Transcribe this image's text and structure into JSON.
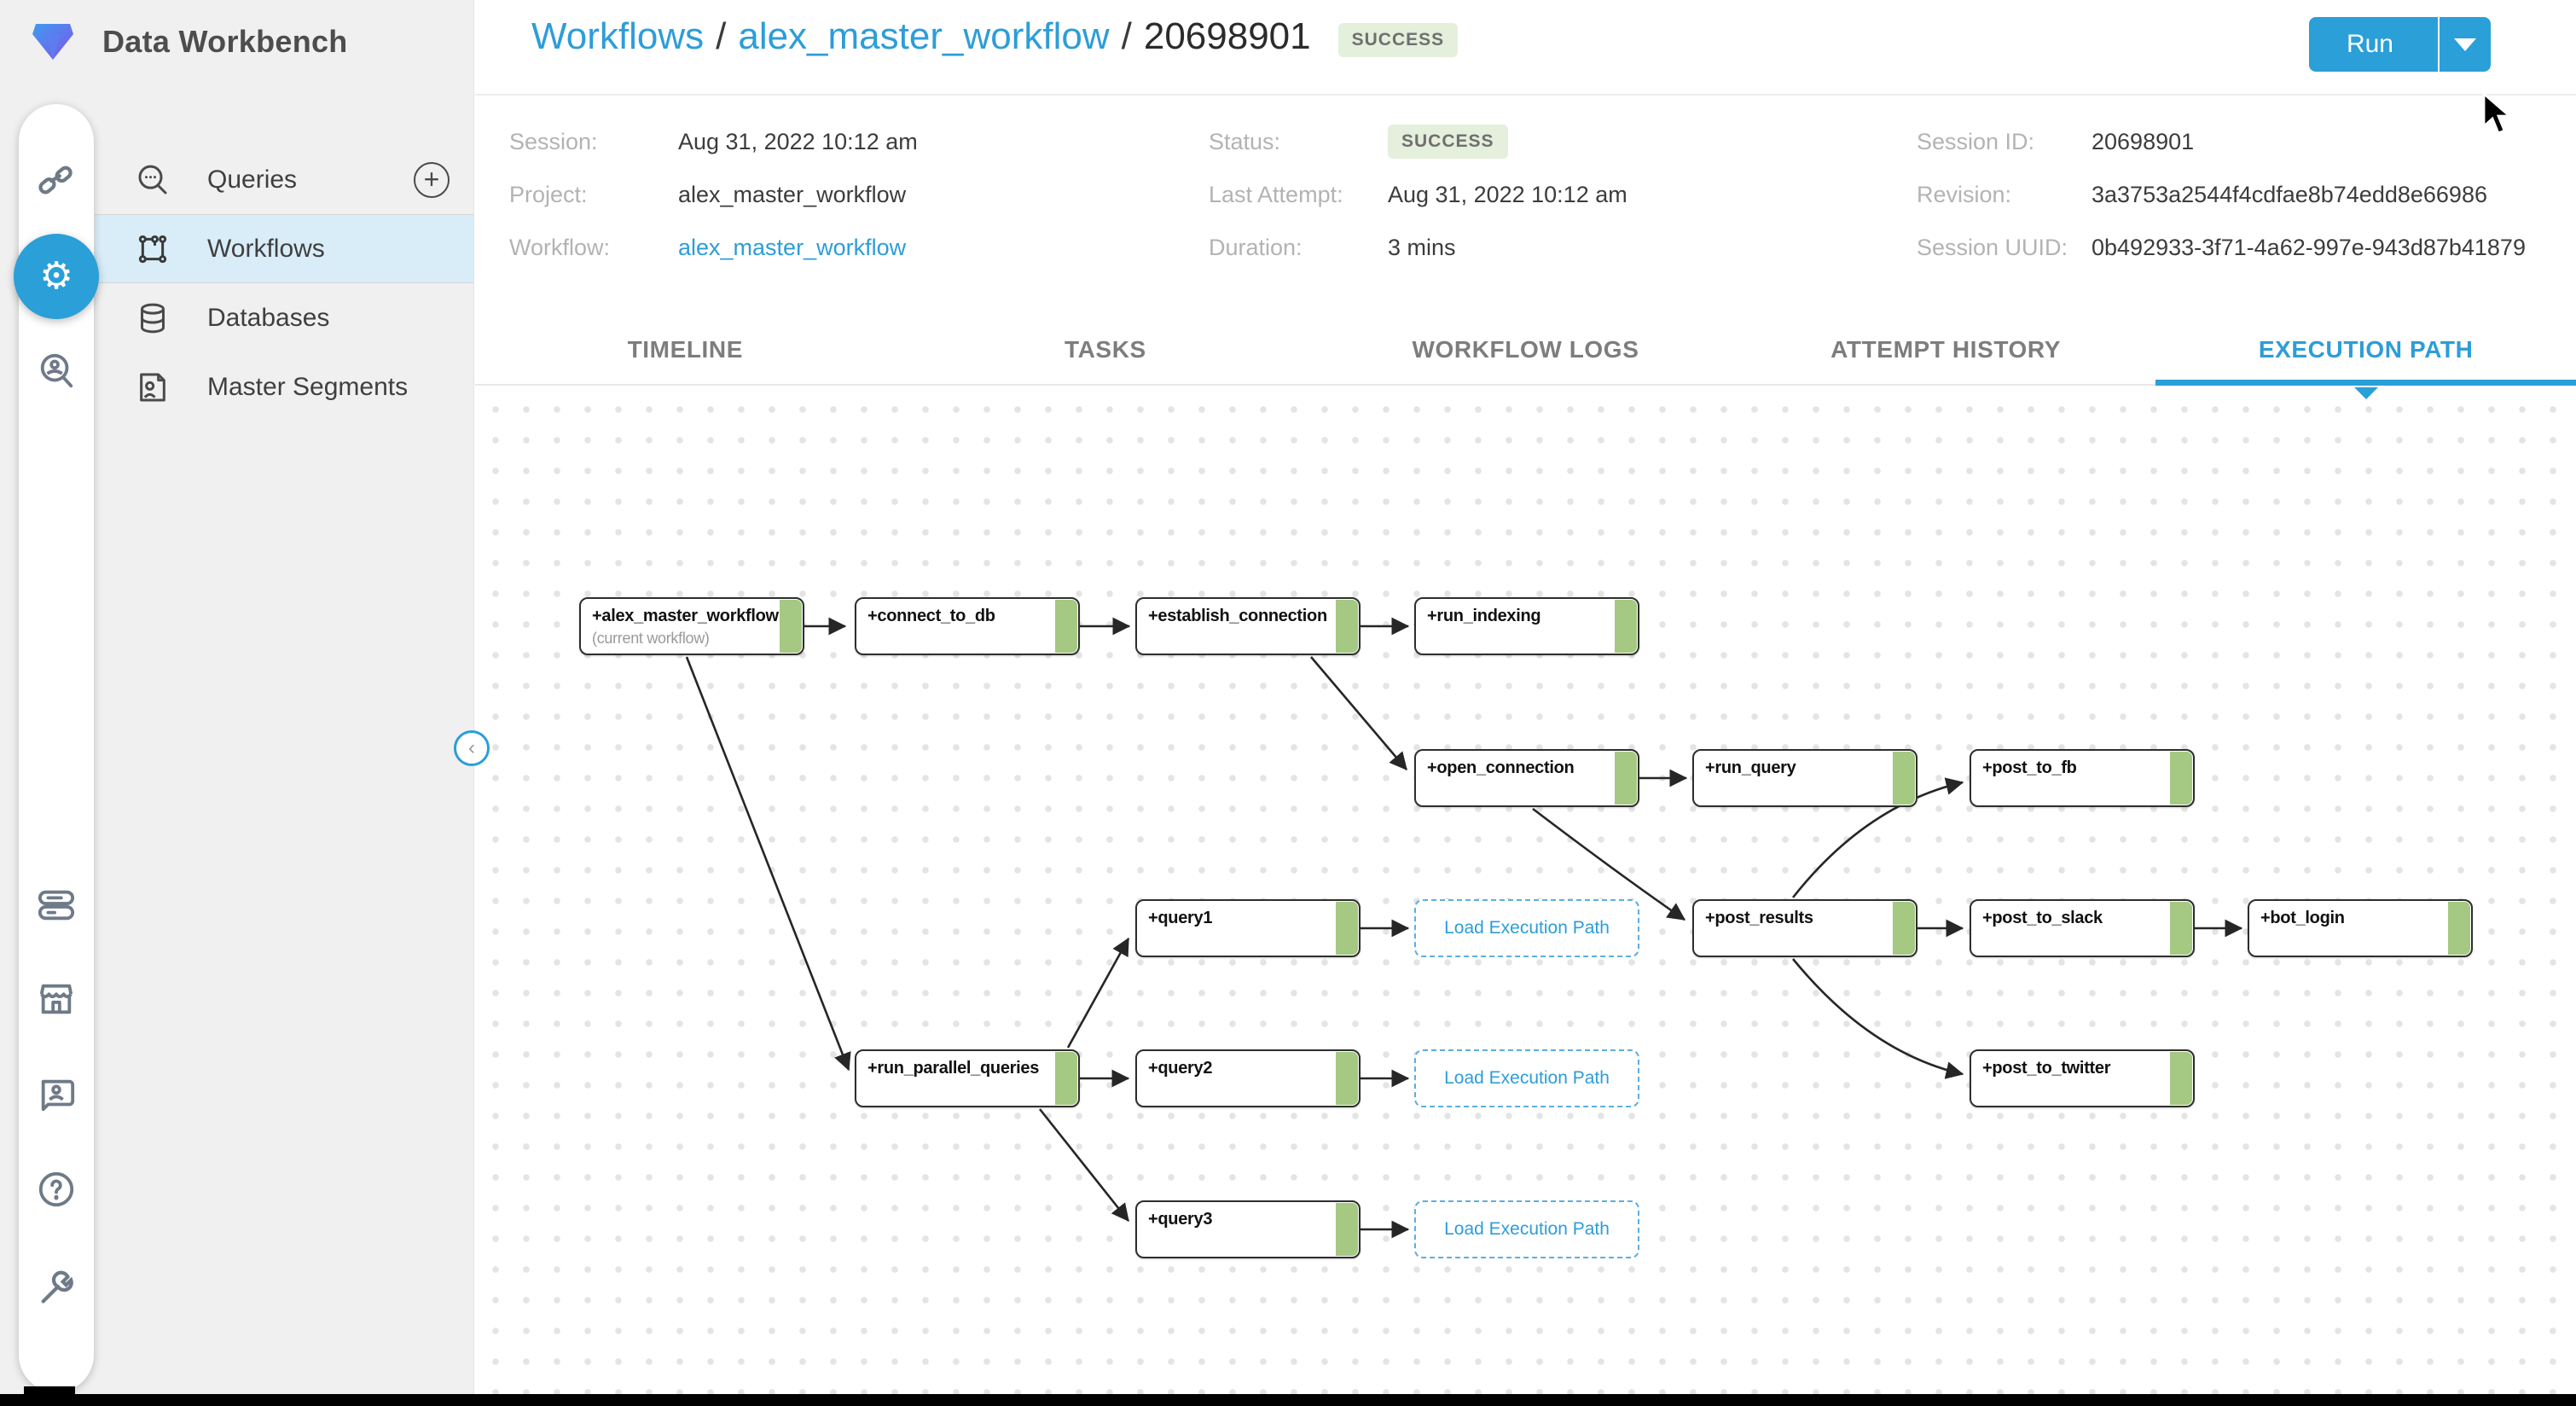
{
  "app": {
    "title": "Data Workbench",
    "accent_color": "#2d9dd8",
    "success_bg": "#e4efdc",
    "node_green": "#a5c882"
  },
  "header": {
    "breadcrumb": {
      "items": [
        "Workflows",
        "alex_master_workflow",
        "20698901"
      ],
      "separator": "/"
    },
    "status_badge": "SUCCESS",
    "run_button": {
      "label": "Run",
      "caret_icon": "chevron-down-icon"
    }
  },
  "rail": {
    "icons": [
      "link-icon",
      "workflow-sync-icon",
      "person-search-icon",
      "parallel-tasks-icon",
      "store-icon",
      "chat-person-icon",
      "help-icon",
      "wrench-icon"
    ]
  },
  "sidebar": {
    "items": [
      {
        "label": "Queries",
        "icon": "query-search-icon"
      },
      {
        "label": "Workflows",
        "icon": "workflow-box-icon",
        "active": true
      },
      {
        "label": "Databases",
        "icon": "database-icon"
      },
      {
        "label": "Master Segments",
        "icon": "master-segments-icon"
      }
    ],
    "add_button": "+"
  },
  "session_info": {
    "session_label": "Session:",
    "session_value": "Aug 31, 2022 10:12 am",
    "project_label": "Project:",
    "project_value": "alex_master_workflow",
    "workflow_label": "Workflow:",
    "workflow_value": "alex_master_workflow",
    "status_label": "Status:",
    "status_value": "SUCCESS",
    "last_attempt_label": "Last Attempt:",
    "last_attempt_value": "Aug 31, 2022 10:12 am",
    "duration_label": "Duration:",
    "duration_value": "3 mins",
    "session_id_label": "Session ID:",
    "session_id_value": "20698901",
    "revision_label": "Revision:",
    "revision_value": "3a3753a2544f4cdfae8b74edd8e66986",
    "session_uuid_label": "Session UUID:",
    "session_uuid_value": "0b492933-3f71-4a62-997e-943d87b41879"
  },
  "tabs": [
    {
      "label": "TIMELINE"
    },
    {
      "label": "TASKS"
    },
    {
      "label": "WORKFLOW LOGS"
    },
    {
      "label": "ATTEMPT HISTORY"
    },
    {
      "label": "EXECUTION PATH",
      "active": true
    }
  ],
  "diagram": {
    "nodes": [
      {
        "label": "+alex_master_workflow",
        "sub": "(current workflow)"
      },
      {
        "label": "+connect_to_db"
      },
      {
        "label": "+establish_connection"
      },
      {
        "label": "+run_indexing"
      },
      {
        "label": "+open_connection"
      },
      {
        "label": "+run_query"
      },
      {
        "label": "+post_to_fb"
      },
      {
        "label": "+query1"
      },
      {
        "label": "+post_results"
      },
      {
        "label": "+post_to_slack"
      },
      {
        "label": "+bot_login"
      },
      {
        "label": "+run_parallel_queries"
      },
      {
        "label": "+query2"
      },
      {
        "label": "+post_to_twitter"
      },
      {
        "label": "+query3"
      }
    ],
    "load_button_label": "Load Execution Path"
  }
}
